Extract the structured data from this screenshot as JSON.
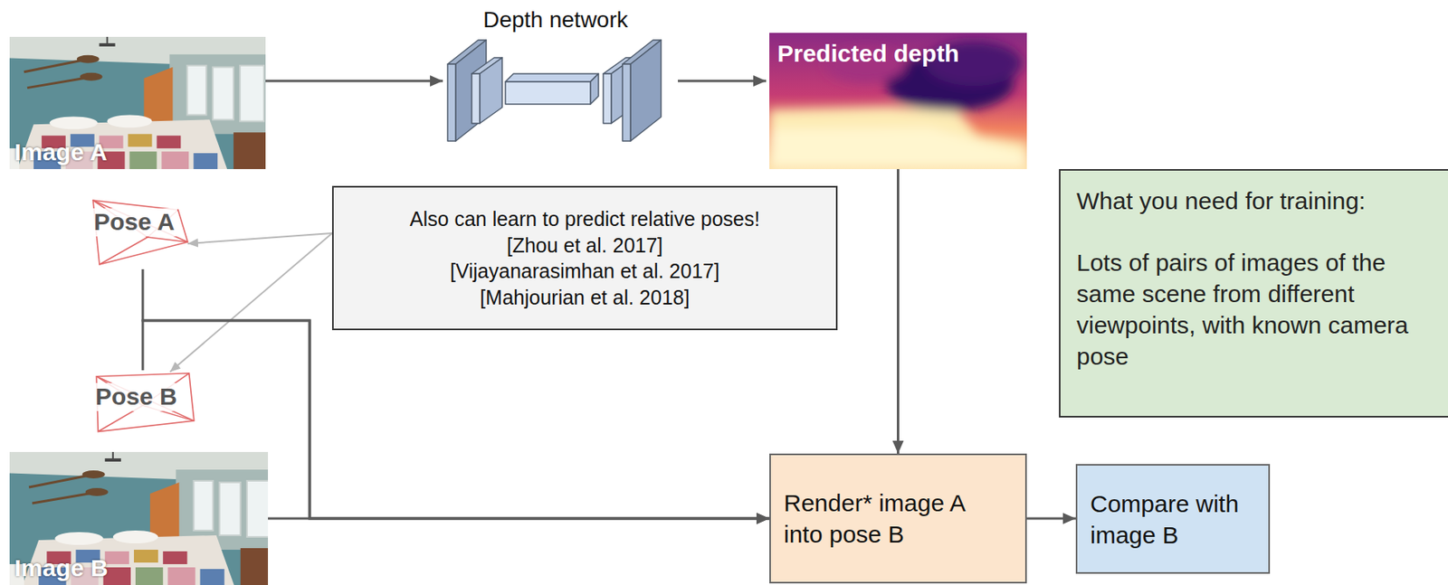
{
  "diagram": {
    "nodes": [
      {
        "text": [
          "Image A"
        ]
      },
      {
        "text": [
          "Depth network"
        ]
      },
      {
        "text": [
          "Predicted depth"
        ]
      },
      {
        "text": [
          "Pose A"
        ]
      },
      {
        "text": [
          "Also can learn to predict relative poses!",
          "[Zhou et al. 2017]",
          "[Vijayanarasimhan et al. 2017]",
          "[Mahjourian et al. 2018]"
        ]
      },
      {
        "text": [
          "What you need for training:",
          "Lots of pairs of images of the same scene from different viewpoints, with known camera pose"
        ]
      },
      {
        "text": [
          "Pose B"
        ]
      },
      {
        "text": [
          "Image B"
        ]
      },
      {
        "text": [
          "Render* image A into pose B"
        ]
      },
      {
        "text": [
          "Compare with image B"
        ]
      }
    ],
    "edges": [
      {
        "from": 0,
        "to": 1,
        "arrow": "to"
      },
      {
        "from": 1,
        "to": 2,
        "arrow": "to"
      },
      {
        "from": 4,
        "to": 3,
        "arrow": "to"
      },
      {
        "from": 4,
        "to": 6,
        "arrow": "to"
      },
      {
        "from": 2,
        "to": 8,
        "arrow": "to"
      },
      {
        "from": 3,
        "to": 8,
        "arrow": "to"
      },
      {
        "from": 6,
        "to": 8,
        "arrow": "to"
      },
      {
        "from": 7,
        "to": 8,
        "arrow": "to"
      },
      {
        "from": 8,
        "to": 9,
        "arrow": "to"
      }
    ]
  }
}
